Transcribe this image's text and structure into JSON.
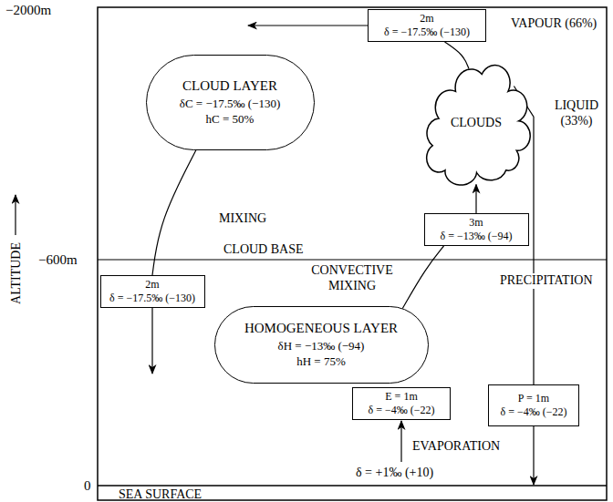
{
  "diagram": {
    "nodes": [
      {
        "text": [
          "2m",
          "δ = −17.5‰ (−130)"
        ]
      },
      {
        "text": [
          "CLOUD LAYER",
          "δC = −17.5‰ (−130)",
          "hC = 50%"
        ]
      },
      {
        "text": [
          "CLOUDS"
        ]
      },
      {
        "text": [
          "3m",
          "δ = −13‰ (−94)"
        ]
      },
      {
        "text": [
          "2m",
          "δ = −17.5‰ (−130)"
        ]
      },
      {
        "text": [
          "HOMOGENEOUS LAYER",
          "δH = −13‰ (−94)",
          "hH = 75%"
        ]
      },
      {
        "text": [
          "E = 1m",
          "δ = −4‰ (−22)"
        ]
      },
      {
        "text": [
          "P = 1m",
          "δ = −4‰ (−22)"
        ]
      }
    ],
    "edges": [
      {
        "from": 2,
        "to": 0,
        "arrow": "none"
      },
      {
        "from": 1,
        "to": 4,
        "arrow": "none"
      },
      {
        "from": 5,
        "to": 3,
        "arrow": "none"
      },
      {
        "from": 3,
        "to": 2,
        "arrow": "to"
      },
      {
        "from": 2,
        "to": 7,
        "arrow": "none"
      }
    ],
    "labels": [
      "−2000m",
      "VAPOUR (66%)",
      "LIQUID (33%)",
      "ALTITUDE",
      "MIXING",
      "−600m",
      "CLOUD BASE",
      "CONVECTIVE MIXING",
      "PRECIPITATION",
      "EVAPORATION",
      "δ = +1‰ (+10)",
      "0",
      "SEA SURFACE"
    ]
  }
}
